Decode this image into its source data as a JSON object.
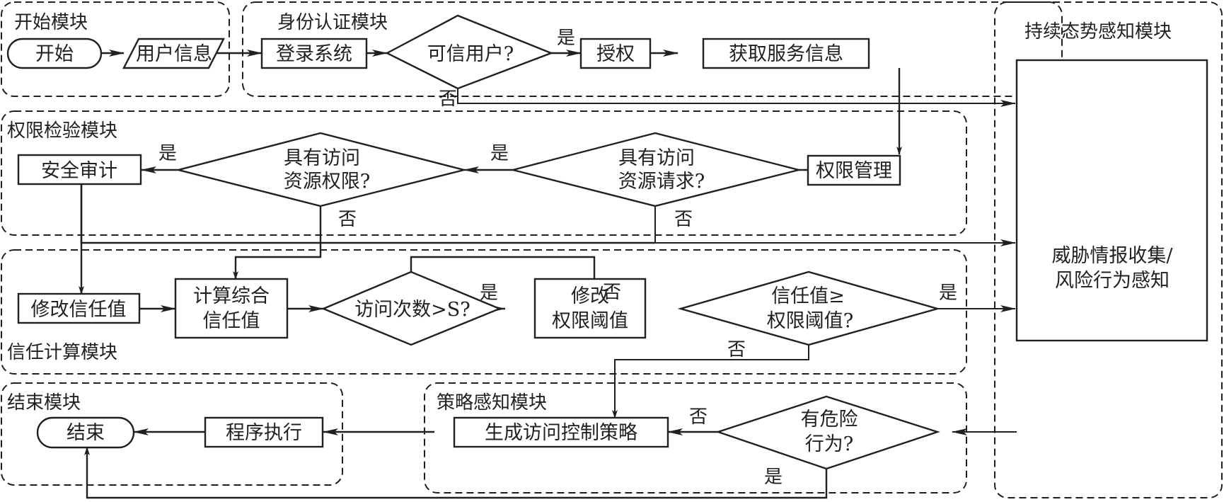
{
  "diagram": {
    "type": "flowchart",
    "colors": {
      "stroke": "#231f20",
      "background": "#ffffff"
    },
    "modules": {
      "start": "开始模块",
      "identity": "身份认证模块",
      "situation": "持续态势感知模块",
      "permission": "权限检验模块",
      "trust": "信任计算模块",
      "end": "结束模块",
      "policy": "策略感知模块"
    },
    "nodes": {
      "start": "开始",
      "user_info": "用户信息",
      "login": "登录系统",
      "trusted_user": "可信用户?",
      "authorize": "授权",
      "get_service": "获取服务信息",
      "perm_mgmt": "权限管理",
      "has_request_l1": "具有访问",
      "has_request_l2": "资源请求?",
      "has_perm_l1": "具有访问",
      "has_perm_l2": "资源权限?",
      "audit": "安全审计",
      "modify_trust": "修改信任值",
      "calc_trust_l1": "计算综合",
      "calc_trust_l2": "信任值",
      "access_count": "访问次数>S?",
      "modify_thresh_l1": "修改",
      "modify_thresh_l2": "权限阈值",
      "trust_ge_l1": "信任值≥",
      "trust_ge_l2": "权限阈值?",
      "threat_l1": "威胁情报收集/",
      "threat_l2": "风险行为感知",
      "risky_l1": "有危险",
      "risky_l2": "行为?",
      "gen_policy": "生成访问控制策略",
      "execute": "程序执行",
      "end": "结束"
    },
    "edge_labels": {
      "trusted_yes": "是",
      "trusted_no": "否",
      "perm_yes": "是",
      "perm_no": "否",
      "request_yes": "是",
      "request_no": "否",
      "count_yes": "是",
      "count_no": "否",
      "trust_ge_yes": "是",
      "trust_ge_no": "否",
      "risky_no": "否",
      "risky_yes": "是"
    }
  }
}
